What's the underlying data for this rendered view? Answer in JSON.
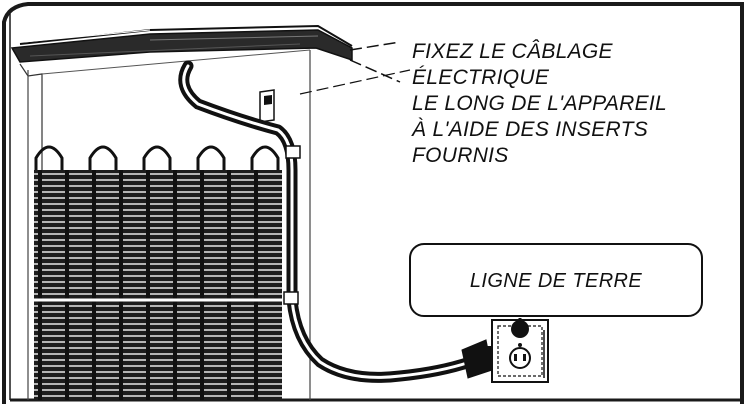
{
  "instruction": {
    "lines": [
      "FIXEZ LE CÂBLAGE",
      "ÉLECTRIQUE",
      "LE LONG DE L'APPAREIL",
      "À L'AIDE DES INSERTS",
      "FOURNIS"
    ]
  },
  "ground_label": "LIGNE DE TERRE",
  "icons": {
    "appliance": "appliance-body-icon",
    "condenser": "condenser-coil-icon",
    "cord": "power-cord-icon",
    "plug": "power-plug-icon",
    "outlet": "wall-outlet-icon",
    "ground": "ground-wire-icon"
  },
  "colors": {
    "ink": "#111111",
    "paper": "#ffffff",
    "frame": "#1a1a1a"
  }
}
